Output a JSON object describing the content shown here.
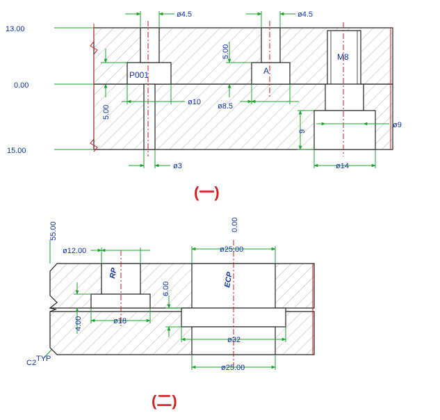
{
  "colors": {
    "outline": "#202020",
    "dimension": "#1aa32a",
    "dimension_text": "#1030b0",
    "centerline": "#e01010",
    "hatch": "#9a9a9a",
    "title": "#d42020"
  },
  "figure1": {
    "caption": "(一)",
    "levels": {
      "top": "13.00",
      "middle": "0.00",
      "bottom": "15.00"
    },
    "dims": {
      "d4_5_left": "ø4.5",
      "d4_5_right": "ø4.5",
      "d10": "ø10",
      "d8_5": "ø8.5",
      "d3": "ø3",
      "d9": "ø9",
      "d14": "ø14",
      "h5_top": "5.00",
      "h5_left": "5.00",
      "h9": "9"
    },
    "labels": {
      "part1": "P001",
      "part2": "A",
      "thread": "M8"
    }
  },
  "figure2": {
    "caption": "(二)",
    "dims": {
      "v55": "55.00",
      "v0": "0.00",
      "d12": "ø12.00",
      "d25_top": "ø25.00",
      "d18": "ø18",
      "d32": "ø32",
      "d25_bottom": "ø25.00",
      "h6": "6.00",
      "h4": "4.00",
      "chamfer": "C2",
      "chamfer_sup": "TYP"
    },
    "labels": {
      "rp": "RP",
      "ecp": "ECP"
    }
  }
}
